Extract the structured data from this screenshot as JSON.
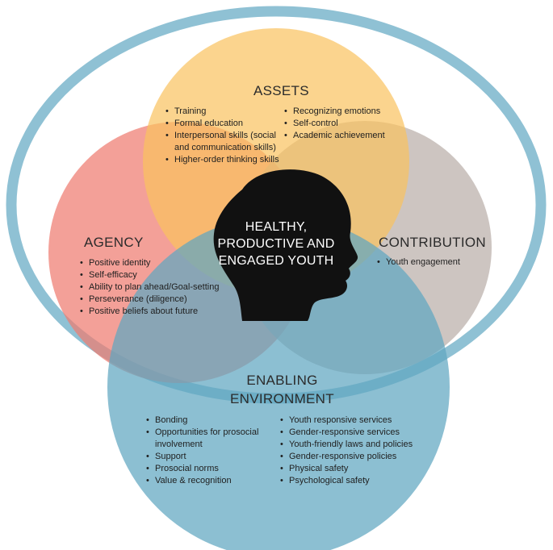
{
  "colors": {
    "outer_ring": "#8fc1d4",
    "assets": "#f9c25e",
    "agency": "#ef7b70",
    "contribution": "#b6a9a3",
    "enabling_environment": "#5fa6c0",
    "silhouette": "#111111"
  },
  "center_label": [
    "HEALTHY,",
    "PRODUCTIVE AND",
    "ENGAGED YOUTH"
  ],
  "silhouette_icon": "human-head-profile-icon",
  "assets": {
    "title": "ASSETS",
    "items_left": [
      "Training",
      "Formal education",
      "Interpersonal skills (social and communication skills)",
      "Higher-order thinking skills"
    ],
    "items_right": [
      "Recognizing emotions",
      "Self-control",
      "Academic achievement"
    ]
  },
  "agency": {
    "title": "AGENCY",
    "items": [
      "Positive identity",
      "Self-efficacy",
      "Ability to plan ahead/Goal-setting",
      "Perseverance (diligence)",
      "Positive beliefs about future"
    ]
  },
  "contribution": {
    "title": "CONTRIBUTION",
    "items": [
      "Youth engagement"
    ]
  },
  "enabling_environment": {
    "title_line1": "ENABLING",
    "title_line2": "ENVIRONMENT",
    "items_left": [
      "Bonding",
      "Opportunities for prosocial involvement",
      "Support",
      "Prosocial norms",
      "Value & recognition"
    ],
    "items_right": [
      "Youth responsive services",
      "Gender-responsive services",
      "Youth-friendly laws and policies",
      "Gender-responsive policies",
      "Physical safety",
      "Psychological safety"
    ]
  }
}
